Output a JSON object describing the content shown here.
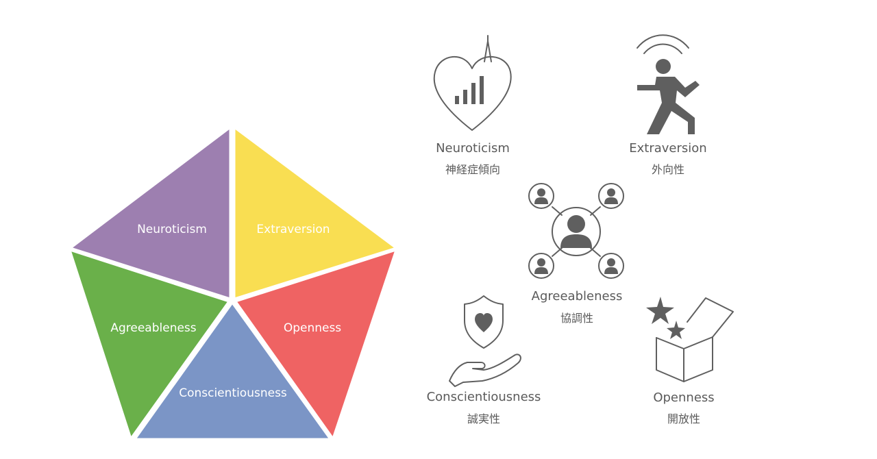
{
  "pentagon": {
    "segments": [
      {
        "key": "neuroticism",
        "label": "Neuroticism",
        "color": "#9d7fb0"
      },
      {
        "key": "extraversion",
        "label": "Extraversion",
        "color": "#f9de52"
      },
      {
        "key": "openness",
        "label": "Openness",
        "color": "#ef6363"
      },
      {
        "key": "conscientiousness",
        "label": "Conscientiousness",
        "color": "#7b95c6"
      },
      {
        "key": "agreeableness",
        "label": "Agreeableness",
        "color": "#6ab04a"
      }
    ]
  },
  "icons": {
    "neuroticism": {
      "label": "Neuroticism",
      "label_jp": "神経症傾向",
      "icon": "heart-signal-icon"
    },
    "extraversion": {
      "label": "Extraversion",
      "label_jp": "外向性",
      "icon": "person-running-signal-icon"
    },
    "agreeableness": {
      "label": "Agreeableness",
      "label_jp": "協調性",
      "icon": "network-people-icon"
    },
    "conscientiousness": {
      "label": "Conscientiousness",
      "label_jp": "誠実性",
      "icon": "hand-shield-heart-icon"
    },
    "openness": {
      "label": "Openness",
      "label_jp": "開放性",
      "icon": "open-box-stars-icon"
    }
  },
  "icon_color": "#5f5f5f"
}
